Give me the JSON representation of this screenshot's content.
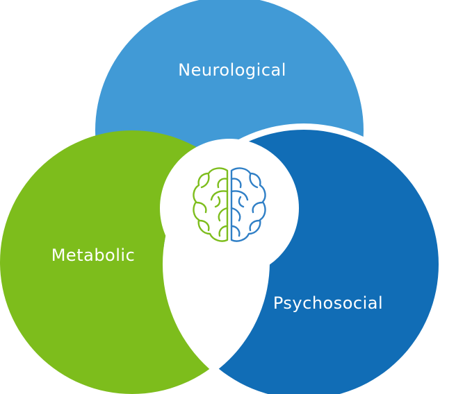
{
  "diagram": {
    "segments": [
      {
        "key": "neurological",
        "label": "Neurological",
        "color": "#419ad6"
      },
      {
        "key": "metabolic",
        "label": "Metabolic",
        "color": "#7dbd1c"
      },
      {
        "key": "psychosocial",
        "label": "Psychosocial",
        "color": "#116db6"
      }
    ],
    "center_icon": "brain-icon",
    "brain_colors": {
      "left": "#7dbd1c",
      "right": "#2f7fc6"
    }
  }
}
